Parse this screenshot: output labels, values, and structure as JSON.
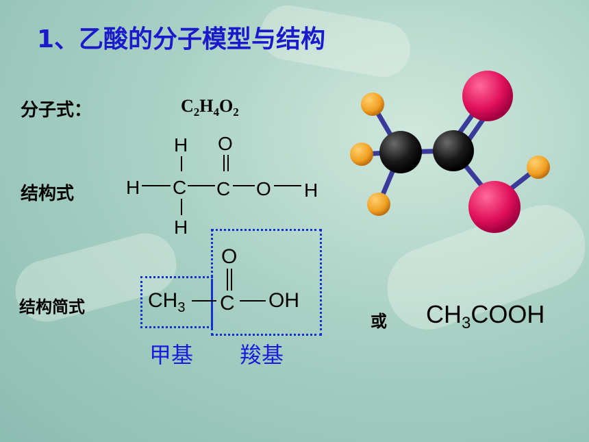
{
  "title": "1、乙酸的分子模型与结构",
  "labels": {
    "molecular_formula": "分子式：",
    "structural_formula": "结构式",
    "condensed_structure": "结构简式",
    "or": "或"
  },
  "molecular_formula": {
    "c": "C",
    "c_n": "2",
    "h": "H",
    "h_n": "4",
    "o": "O",
    "o_n": "2"
  },
  "structural": {
    "h_top": "H",
    "o_top": "O",
    "h_left": "H",
    "c1": "C",
    "c2": "C",
    "o": "O",
    "h_right": "H",
    "h_bottom": "H"
  },
  "condensed": {
    "methyl_ch": "CH",
    "methyl_n": "3",
    "o_top": "O",
    "c": "C",
    "oh": "OH"
  },
  "group_labels": {
    "methyl": "甲基",
    "carboxyl": "羧基"
  },
  "alt_formula": {
    "part1": "CH",
    "n": "3",
    "part2": "COOH"
  },
  "model_colors": {
    "carbon": "#1a1a1a",
    "hydrogen": "#f0a020",
    "oxygen": "#e0105a",
    "bond": "#3a3a9a"
  }
}
